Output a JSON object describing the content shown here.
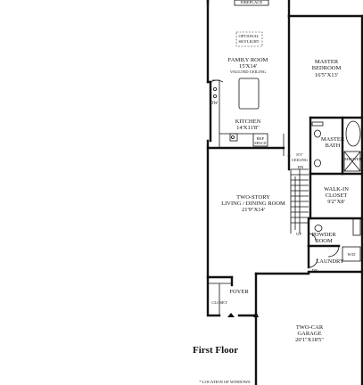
{
  "title": "First Floor",
  "footnote": "* LOCATION OF WINDOWS",
  "rooms": {
    "fireplace": "FIREPLACE",
    "skylight": [
      "OPTIONAL",
      "SKYLIGHT"
    ],
    "family_room": [
      "FAMILY ROOM",
      "15'X14'",
      "VAULTED CEILING"
    ],
    "master_bedroom": [
      "MASTER",
      "BEDROOM",
      "16'5\"X13'"
    ],
    "dw": "DW",
    "kitchen": [
      "KITCHEN",
      "14'X11'8\""
    ],
    "ref_space": [
      "REF",
      "SPACE"
    ],
    "master_bath": [
      "MASTER",
      "BATH"
    ],
    "shower": "SHOWER",
    "ceiling": [
      "8'3\"",
      "CEILING"
    ],
    "dn": "DN",
    "living_dining": [
      "TWO-STORY",
      "LIVING / DINING ROOM",
      "21'9\"X14'"
    ],
    "walkin_closet": [
      "WALK-IN",
      "CLOSET",
      "9'2\"X8'"
    ],
    "up": "UP",
    "powder_room": [
      "POWDER",
      "ROOM"
    ],
    "laundry": "LAUNDRY",
    "wd": "W/D",
    "dn2": "DN",
    "foyer": "FOYER",
    "closet": "CLOSET",
    "garage": [
      "TWO-CAR",
      "GARAGE",
      "20'1\"X18'5\""
    ]
  }
}
